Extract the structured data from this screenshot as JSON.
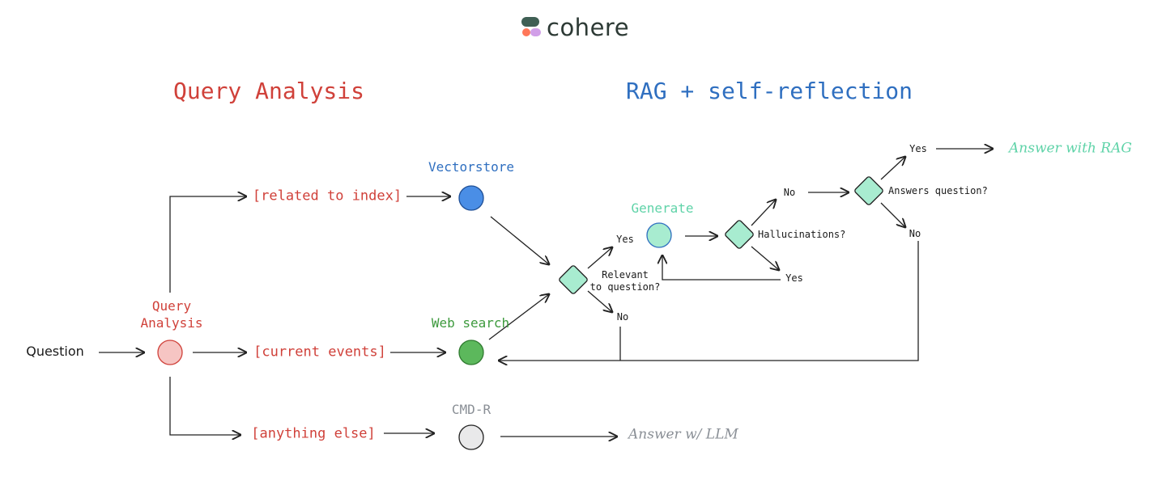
{
  "brand": {
    "name": "cohere",
    "colors": {
      "green": "#3f5f54",
      "orange": "#ff7759",
      "purple": "#d19fe8"
    }
  },
  "sections": {
    "query_analysis": "Query Analysis",
    "rag": "RAG + self-reflection"
  },
  "nodes": {
    "question": "Question",
    "query_analysis": "Query\nAnalysis",
    "vectorstore": "Vectorstore",
    "web_search": "Web search",
    "cmd_r": "CMD-R",
    "generate": "Generate"
  },
  "routes": {
    "related": "[related to index]",
    "current": "[current events]",
    "anything": "[anything else]"
  },
  "decisions": {
    "relevant": "Relevant\nto question?",
    "hallucinations": "Hallucinations?",
    "answers": "Answers question?"
  },
  "edge_labels": {
    "yes": "Yes",
    "no": "No"
  },
  "outputs": {
    "rag": "Answer with RAG",
    "llm": "Answer w/ LLM"
  },
  "colors": {
    "red": "#d0413a",
    "blue": "#2f6fc0",
    "green": "#3d9a3d",
    "teal": "#5fd3a8",
    "gray": "#8a8f96",
    "vector_node": "#4a8ee6",
    "web_node": "#5cb85c",
    "query_node": "#f6c5c3",
    "cmdr_node": "#e9e9ea",
    "diamond": "#a8ecd0"
  }
}
